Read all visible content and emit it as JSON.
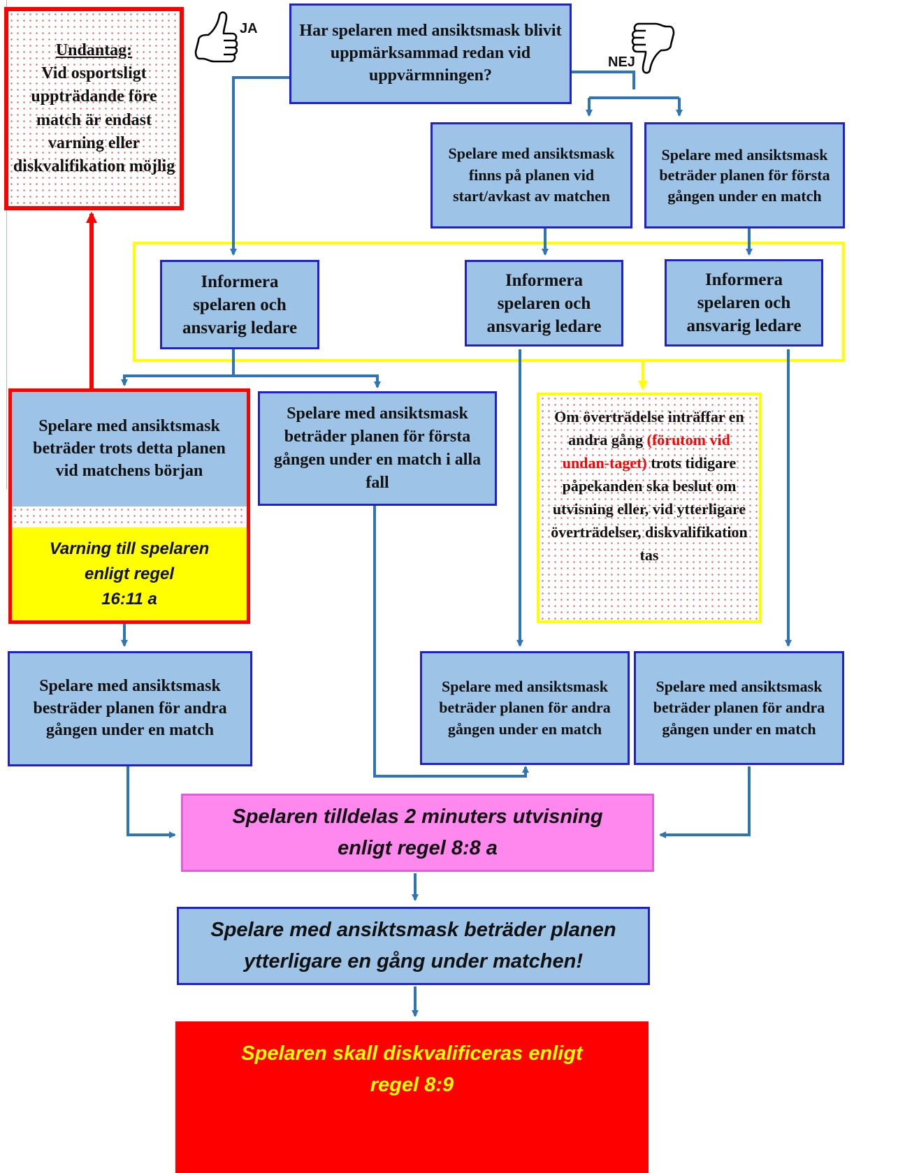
{
  "colors": {
    "box_fill": "#9dc3e6",
    "box_border": "#1f1fd6",
    "arrow": "#2e75b6",
    "yellow_group": "#ffff00",
    "exception_border": "#ff0000",
    "penalty_fill": "#ff88ee",
    "disqualify_fill": "#ff0000",
    "disqualify_text": "#ffff00"
  },
  "icons": {
    "yes": "thumbs-up-icon",
    "no": "thumbs-down-icon"
  },
  "labels": {
    "yes": "JA",
    "no": "NEJ"
  },
  "question": "Har spelaren med ansiktsmask blivit uppmärksammad redan vid uppvärmningen?",
  "exception": {
    "title": "Undantag:",
    "text": "Vid osportsligt uppträdande före match är endast varning eller diskvalifikation möjlig"
  },
  "no_branch": {
    "start": "Spelare med ansiktsmask finns på planen vid start/avkast av matchen",
    "first_time": "Spelare med ansiktsmask beträder planen för första gången under en match"
  },
  "inform": {
    "left": "Informera spelaren och ansvarig ledare",
    "middle": "Informera spelaren och ansvarig ledare",
    "right": "Informera spelaren och ansvarig ledare"
  },
  "enters_despite": "Spelare med ansiktsmask beträder trots detta planen vid matchens början",
  "warning": {
    "line1": "Varning till spelaren",
    "line2": "enligt regel",
    "line3": "16:11 a"
  },
  "enters_first_anyway": "Spelare med ansiktsmask beträder planen för första gången under en match i alla fall",
  "repeat_note": {
    "part1": "Om överträdelse inträffar en andra gång",
    "part2_red": "(förutom vid undan-taget)",
    "part3": "trots tidigare påpekanden ska beslut om utvisning eller, vid ytterligare överträdelser, diskvalifikation tas"
  },
  "second_time": {
    "left": "Spelare med ansiktsmask besträder planen för andra gången under en match",
    "middle": "Spelare med ansiktsmask beträder planen för andra gången under en match",
    "right": "Spelare med ansiktsmask beträder planen för andra gången under en match"
  },
  "penalty": {
    "line1": "Spelaren tilldelas 2 minuters utvisning",
    "line2": "enligt regel 8:8 a"
  },
  "again": {
    "line1": "Spelare med ansiktsmask beträder planen",
    "line2": "ytterligare en gång under matchen!"
  },
  "disqualify": {
    "line1": "Spelaren skall diskvalificeras enligt",
    "line2": "regel 8:9"
  }
}
